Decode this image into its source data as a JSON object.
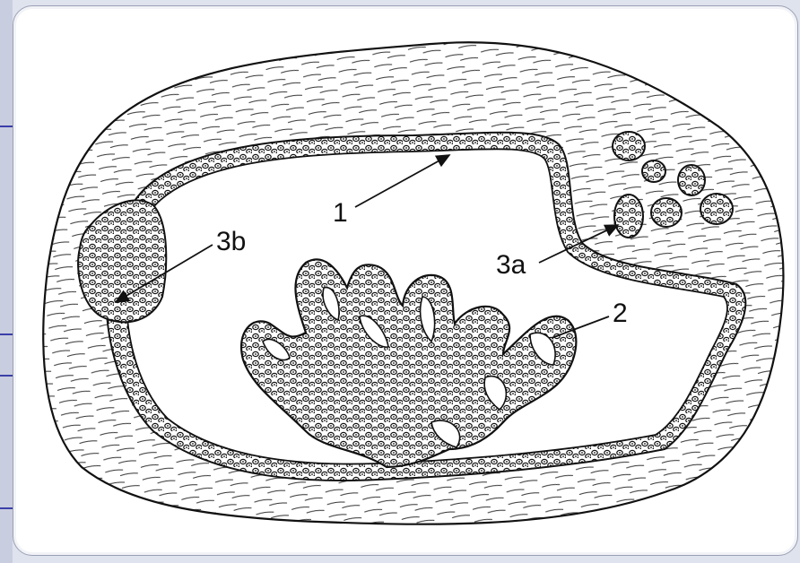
{
  "diagram": {
    "labels": {
      "l1": "1",
      "l2": "2",
      "l3a": "3a",
      "l3b": "3b"
    }
  }
}
